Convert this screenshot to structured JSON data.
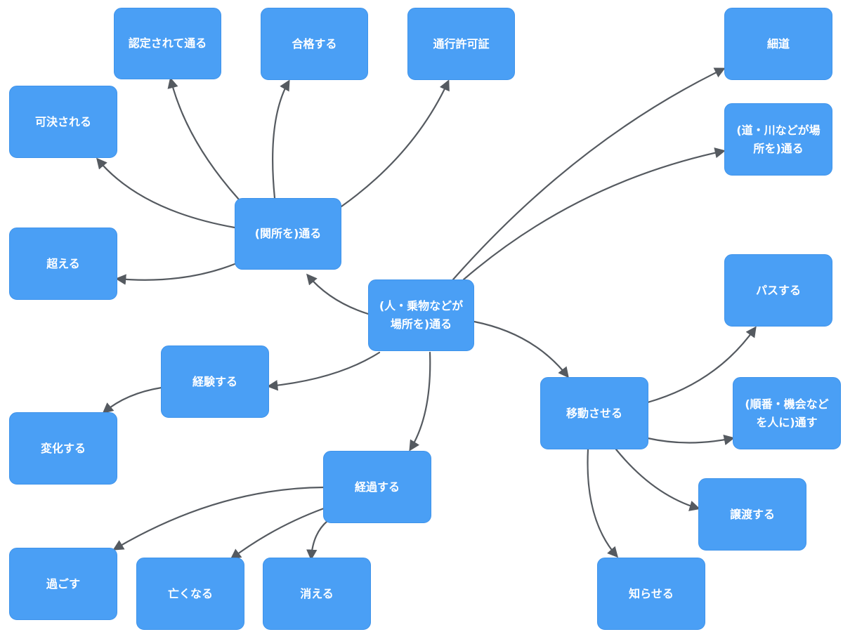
{
  "colors": {
    "node_fill": "#4a9ff5",
    "node_text": "#ffffff",
    "edge": "#555a60"
  },
  "nodes": {
    "center": "(人・乗物などが\n場所を)通る",
    "sekisho": "(関所を)通る",
    "ninteisarete": "認定されて通る",
    "goukaku": "合格する",
    "tsukou": "通行許可証",
    "kaketsu": "可決される",
    "koeru": "超える",
    "hosomichi": "細道",
    "michi_kawa": "(道・川などが場\n所を)通る",
    "pasu": "パスする",
    "idou": "移動させる",
    "junban": "(順番・機会など\nを人に)通す",
    "jouto": "譲渡する",
    "shiraseru": "知らせる",
    "keiken": "経験する",
    "henka": "変化する",
    "keika": "経過する",
    "sugosu": "過ごす",
    "nakunaru": "亡くなる",
    "kieru": "消える"
  }
}
